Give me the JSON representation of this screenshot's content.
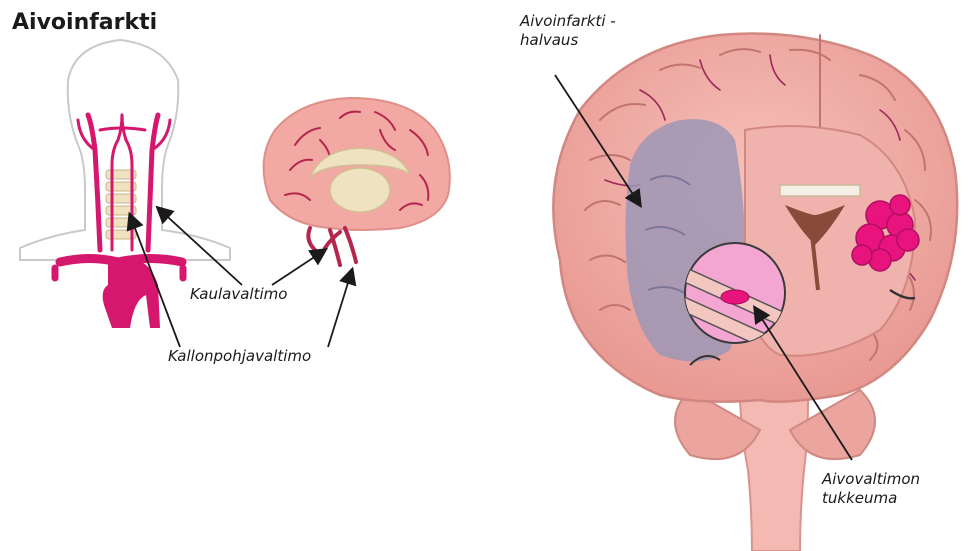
{
  "title": "Aivoinfarkti",
  "labels": {
    "kaulavaltimo": "Kaulavaltimo",
    "kallonpohjavaltimo": "Kallonpohjavaltimo",
    "aivoinfarkti_line1": "Aivoinfarkti -",
    "aivoinfarkti_line2": "halvaus",
    "tukkeuma_line1": "Aivovaltimon",
    "tukkeuma_line2": "tukkeuma"
  },
  "colors": {
    "artery": "#d6176e",
    "brain": "#f2a9a3",
    "infarct": "#9e97b5",
    "clot": "#e8137d",
    "bone": "#efe2c0"
  }
}
